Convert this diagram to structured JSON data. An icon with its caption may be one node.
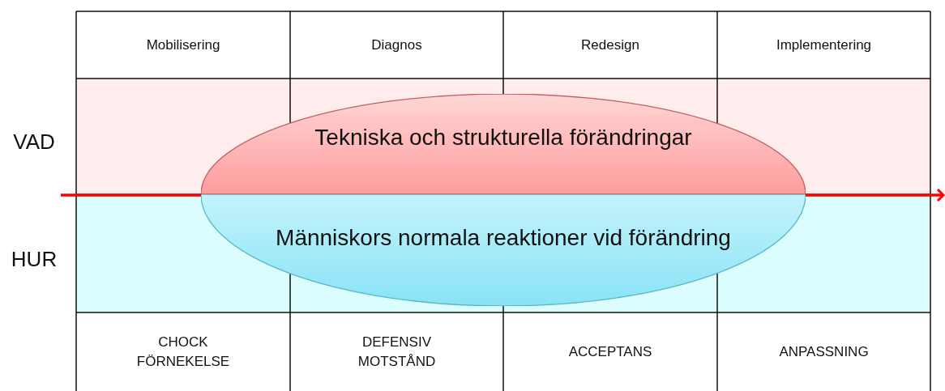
{
  "diagram": {
    "nodes": [
      {
        "text": [
          "Tekniska och strukturella förändringar"
        ]
      },
      {
        "text": [
          "Människors normala reaktioner vid förändring"
        ]
      }
    ],
    "labels": [
      "Mobilisering",
      "Diagnos",
      "Redesign",
      "Implementering",
      "VAD",
      "HUR",
      "CHOCK FÖRNEKELSE",
      "DEFENSIV MOTSTÅND",
      "ACCEPTANS",
      "ANPASSNING"
    ]
  }
}
